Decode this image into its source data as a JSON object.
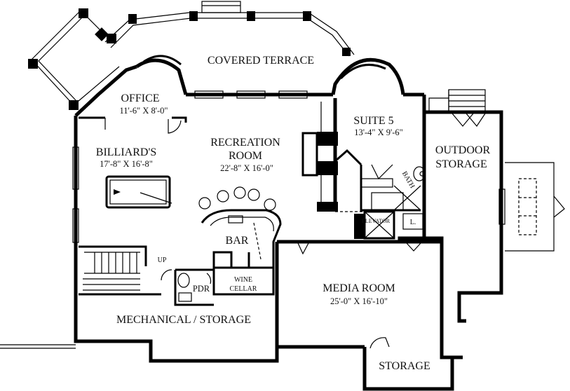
{
  "rooms": {
    "covered_terrace": "COVERED TERRACE",
    "office": {
      "name": "OFFICE",
      "dim": "11'-6\" X 8'-0\""
    },
    "recreation": {
      "name1": "RECREATION",
      "name2": "ROOM",
      "dim": "22'-8\" X 16'-0\""
    },
    "suite5": {
      "name": "SUITE 5",
      "dim": "13'-4\" X 9'-6\""
    },
    "outdoor_storage": {
      "name1": "OUTDOOR",
      "name2": "STORAGE"
    },
    "billiards": {
      "name": "BILLIARD'S",
      "dim": "17'-8\" X 16'-8\""
    },
    "bath": "BATH",
    "elevator": "ELEVATOR",
    "linen": "L.",
    "bar": "BAR",
    "up": "UP",
    "pdr": "PDR",
    "wine_cellar": {
      "line1": "WINE",
      "line2": "CELLAR"
    },
    "media": {
      "name": "MEDIA ROOM",
      "dim": "25'-0\" X 16'-10\""
    },
    "mechanical": "MECHANICAL / STORAGE",
    "storage": "STORAGE"
  }
}
